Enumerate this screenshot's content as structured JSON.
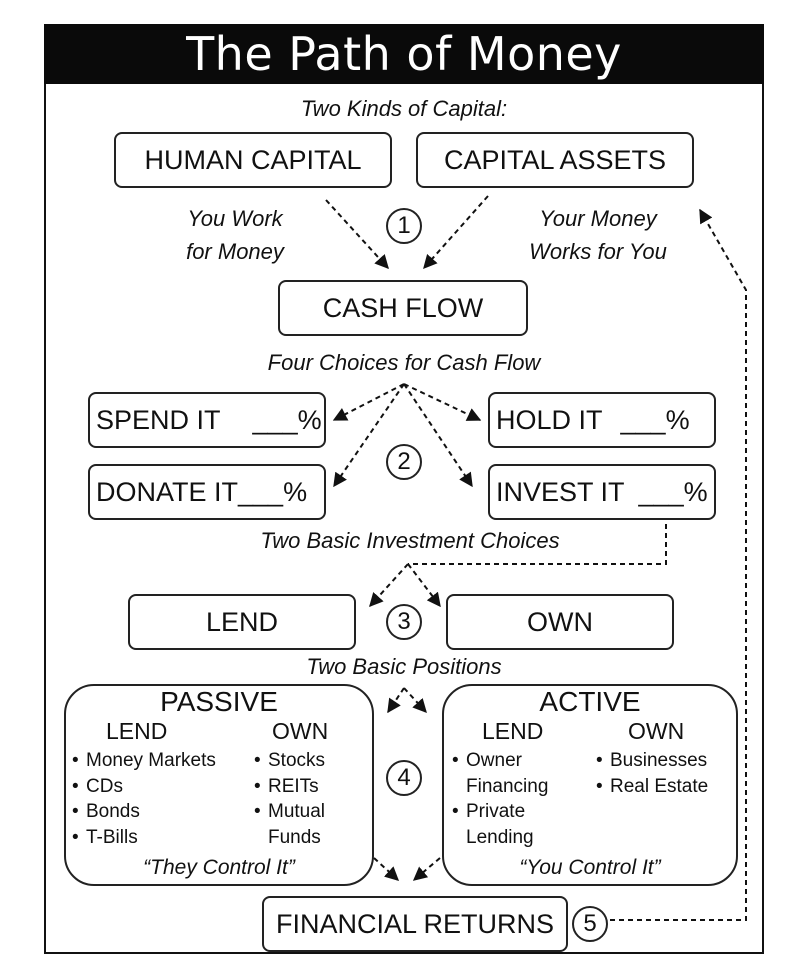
{
  "title": "The Path of Money",
  "step1": {
    "heading": "Two Kinds of Capital:",
    "left_box": "HUMAN CAPITAL",
    "right_box": "CAPITAL ASSETS",
    "left_label": [
      "You Work",
      "for Money"
    ],
    "right_label": [
      "Your Money",
      "Works for You"
    ],
    "number": "1",
    "result_box": "CASH FLOW"
  },
  "step2": {
    "heading": "Four Choices for Cash Flow",
    "number": "2",
    "spend": "SPEND IT",
    "spend_pct": "___%",
    "hold": "HOLD IT",
    "hold_pct": "___%",
    "donate": "DONATE IT",
    "donate_pct": "___%",
    "invest": "INVEST IT",
    "invest_pct": "___%"
  },
  "step3": {
    "heading": "Two Basic Investment Choices",
    "number": "3",
    "lend": "LEND",
    "own": "OWN"
  },
  "step4": {
    "heading": "Two Basic Positions",
    "number": "4",
    "passive": {
      "title": "PASSIVE",
      "lend_header": "LEND",
      "own_header": "OWN",
      "lend_items": [
        "Money Markets",
        "CDs",
        "Bonds",
        "T-Bills"
      ],
      "own_items": [
        "Stocks",
        "REITs",
        "Mutual",
        "Funds"
      ],
      "caption": "“They Control It”"
    },
    "active": {
      "title": "ACTIVE",
      "lend_header": "LEND",
      "own_header": "OWN",
      "lend_items": [
        "Owner",
        "Financing",
        "Private",
        "Lending"
      ],
      "own_items": [
        "Businesses",
        "Real Estate"
      ],
      "caption": "“You Control It”"
    }
  },
  "step5": {
    "number": "5",
    "box": "FINANCIAL RETURNS"
  }
}
